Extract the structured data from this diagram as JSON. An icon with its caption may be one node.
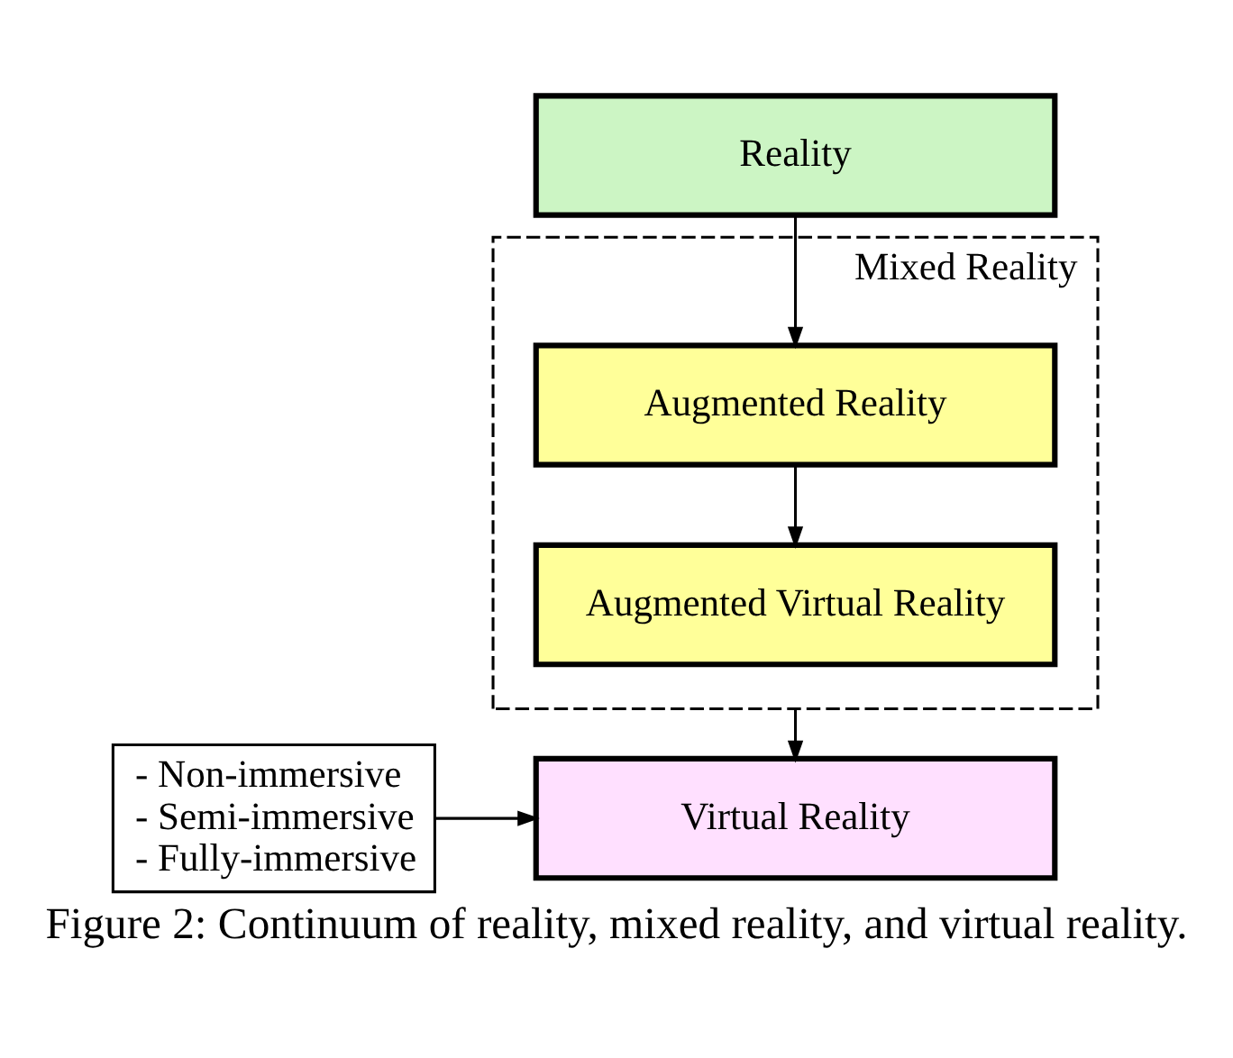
{
  "diagram": {
    "caption": "Figure 2: Continuum of reality, mixed reality, and virtual reality.",
    "nodes": [
      {
        "text": [
          "Reality"
        ]
      },
      {
        "text": [
          "Mixed Reality"
        ]
      },
      {
        "text": [
          "Augmented Reality"
        ],
        "in": 1
      },
      {
        "text": [
          "Augmented Virtual Reality"
        ],
        "in": 1
      },
      {
        "text": [
          "- Non-immersive",
          "- Semi-immersive",
          "- Fully-immersive"
        ]
      },
      {
        "text": [
          "Virtual Reality"
        ]
      }
    ],
    "edges": [
      {
        "from": 0,
        "to": 2,
        "arrow": "to"
      },
      {
        "from": 2,
        "to": 3,
        "arrow": "to"
      },
      {
        "from": 1,
        "to": 5,
        "arrow": "to"
      },
      {
        "from": 4,
        "to": 5,
        "arrow": "to"
      }
    ]
  }
}
